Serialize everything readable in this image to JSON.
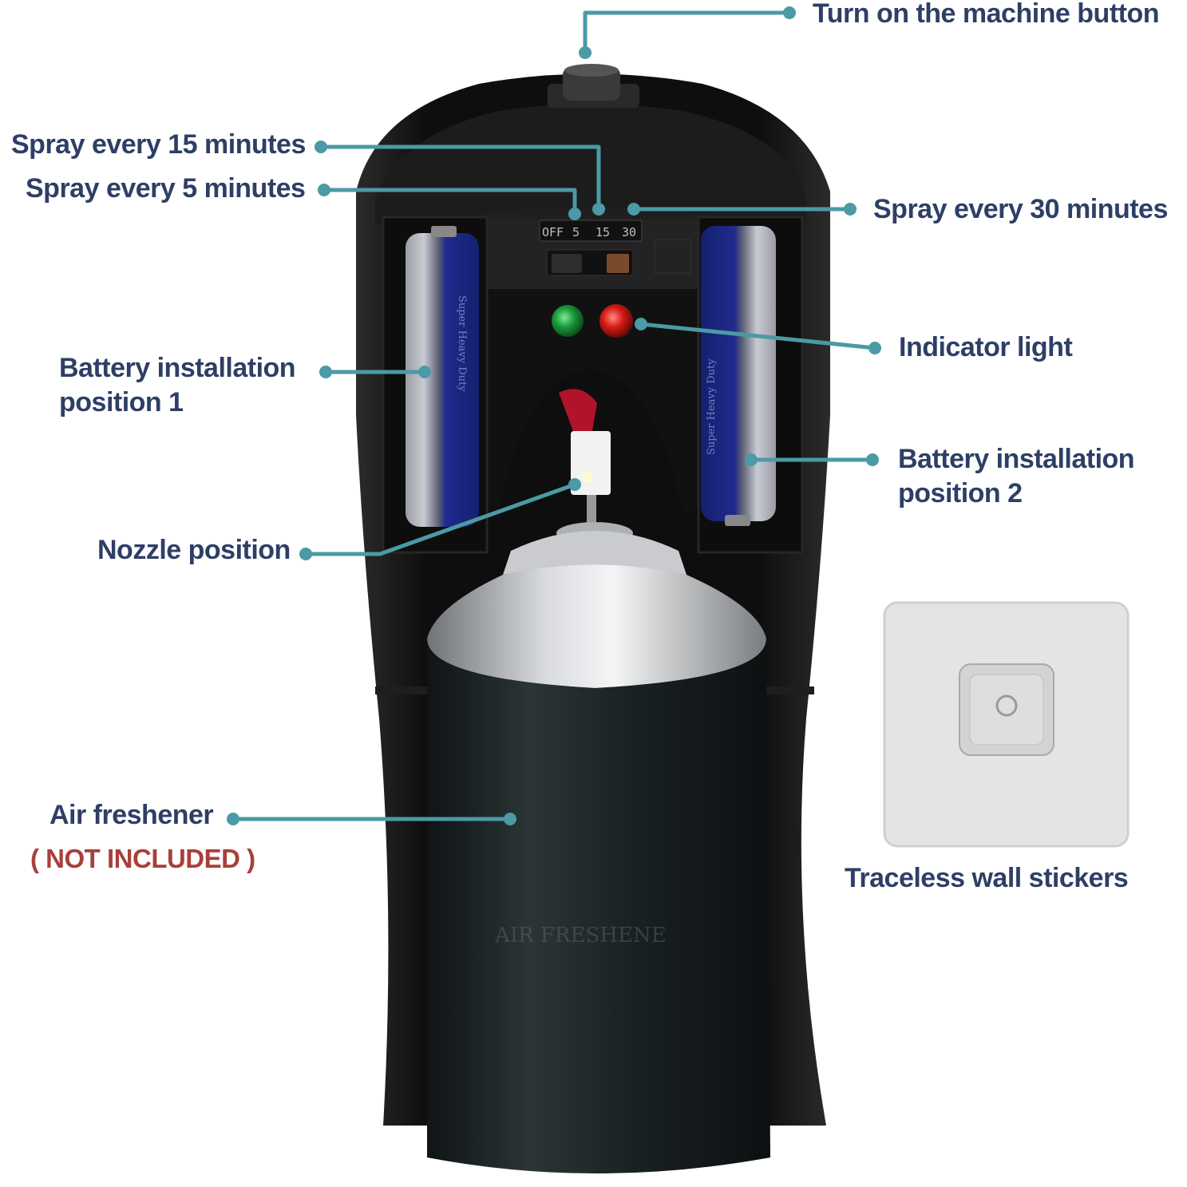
{
  "labels": {
    "turn_on_button": "Turn on the machine button",
    "spray_15": "Spray every 15 minutes",
    "spray_5": "Spray every 5 minutes",
    "spray_30": "Spray every 30 minutes",
    "indicator_light": "Indicator light",
    "battery_1": "Battery installation position 1",
    "battery_2": "Battery installation position 2",
    "nozzle": "Nozzle position",
    "air_freshener": "Air freshener",
    "not_included": "( NOT INCLUDED )",
    "wall_stickers": "Traceless wall stickers"
  },
  "device": {
    "slider_positions": [
      "OFF",
      "5",
      "15",
      "30"
    ],
    "battery_text_1": "Super Heavy Duty",
    "battery_text_2": "Super Heavy Duty",
    "can_label": "AIR FRESHENE"
  },
  "colors": {
    "label_text": "#2e3f66",
    "callout_line": "#4b9aa5",
    "warning_text": "#a8403a",
    "device_body": "#141414",
    "battery_blue": "#1c2c8c",
    "led_green": "#1b9a3a",
    "led_red": "#d61a14"
  }
}
